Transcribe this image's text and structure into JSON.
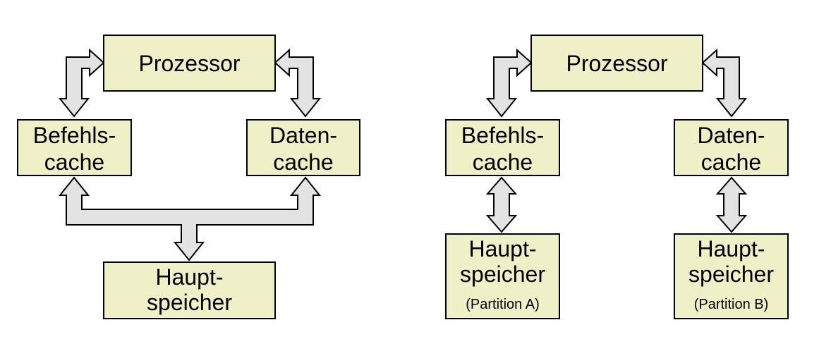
{
  "left_diagram": {
    "processor": "Prozessor",
    "instruction_cache": [
      "Befehls-",
      "cache"
    ],
    "data_cache": [
      "Daten-",
      "cache"
    ],
    "main_memory": [
      "Haupt-",
      "speicher"
    ]
  },
  "right_diagram": {
    "processor": "Prozessor",
    "instruction_cache": [
      "Befehls-",
      "cache"
    ],
    "data_cache": [
      "Daten-",
      "cache"
    ],
    "main_memory_a": [
      "Haupt-",
      "speicher",
      "(Partition A)"
    ],
    "main_memory_b": [
      "Haupt-",
      "speicher",
      "(Partition B)"
    ]
  },
  "colors": {
    "box_fill": "#efefc8",
    "arrow_fill": "#e3e3e3",
    "stroke": "#000000"
  }
}
